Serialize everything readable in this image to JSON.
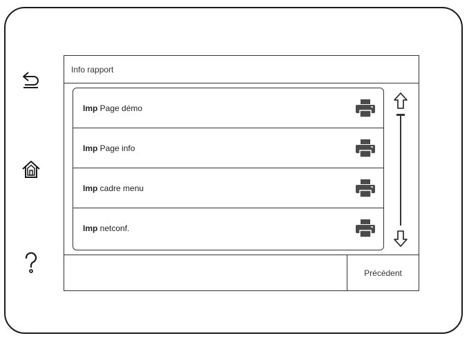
{
  "screen": {
    "title": "Info rapport",
    "menu_items": [
      {
        "bold": "Imp",
        "rest": " Page démo",
        "icon": "printer-icon"
      },
      {
        "bold": "Imp",
        "rest": " Page info",
        "icon": "printer-icon"
      },
      {
        "bold": "Imp",
        "rest": " cadre menu",
        "icon": "printer-icon"
      },
      {
        "bold": "Imp",
        "rest": " netconf.",
        "icon": "printer-icon"
      }
    ],
    "footer": {
      "prev_label": "Précédent"
    }
  },
  "side_buttons": {
    "back": {
      "icon": "back-arrow-icon"
    },
    "home": {
      "icon": "home-icon"
    },
    "help": {
      "icon": "help-question-icon"
    }
  },
  "scroll": {
    "up_icon": "arrow-up-icon",
    "down_icon": "arrow-down-icon"
  },
  "colors": {
    "stroke": "#1a1a1a",
    "icon_fill": "#4a4a4a"
  }
}
